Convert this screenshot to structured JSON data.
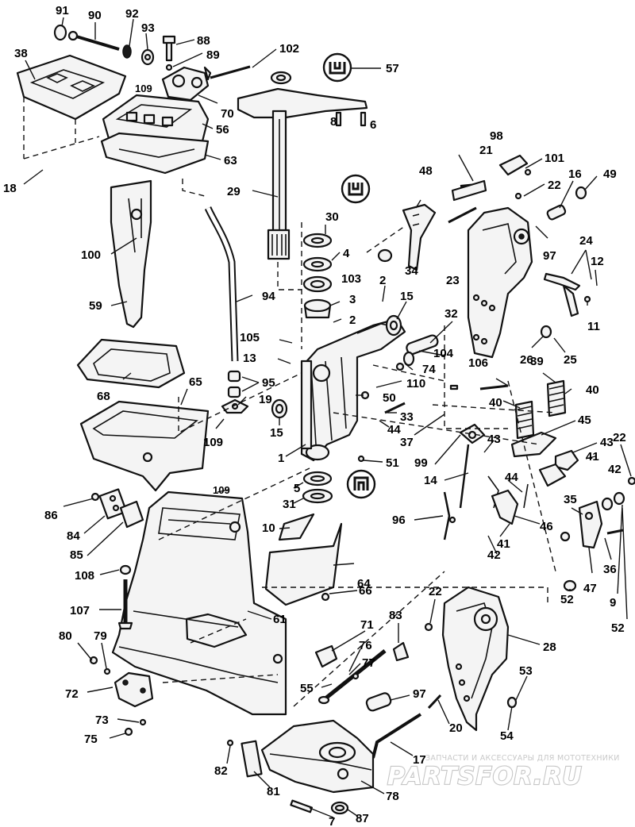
{
  "callouts": [
    {
      "id": "p91",
      "text": "91"
    },
    {
      "id": "p90",
      "text": "90"
    },
    {
      "id": "p92",
      "text": "92"
    },
    {
      "id": "p93",
      "text": "93"
    },
    {
      "id": "p88",
      "text": "88"
    },
    {
      "id": "p89",
      "text": "89"
    },
    {
      "id": "p102",
      "text": "102"
    },
    {
      "id": "p57",
      "text": "57"
    },
    {
      "id": "p38",
      "text": "38"
    },
    {
      "id": "p109a",
      "text": "109"
    },
    {
      "id": "p70",
      "text": "70"
    },
    {
      "id": "p8",
      "text": "8"
    },
    {
      "id": "p6",
      "text": "6"
    },
    {
      "id": "p56",
      "text": "56"
    },
    {
      "id": "p63",
      "text": "63"
    },
    {
      "id": "p18",
      "text": "18"
    },
    {
      "id": "p98",
      "text": "98"
    },
    {
      "id": "p21",
      "text": "21"
    },
    {
      "id": "p101",
      "text": "101"
    },
    {
      "id": "p48",
      "text": "48"
    },
    {
      "id": "p16",
      "text": "16"
    },
    {
      "id": "p49",
      "text": "49"
    },
    {
      "id": "p29",
      "text": "29"
    },
    {
      "id": "p22a",
      "text": "22"
    },
    {
      "id": "p30",
      "text": "30"
    },
    {
      "id": "p4",
      "text": "4"
    },
    {
      "id": "p100",
      "text": "100"
    },
    {
      "id": "p34",
      "text": "34"
    },
    {
      "id": "p23",
      "text": "23"
    },
    {
      "id": "p97a",
      "text": "97"
    },
    {
      "id": "p24",
      "text": "24"
    },
    {
      "id": "p12",
      "text": "12"
    },
    {
      "id": "p103",
      "text": "103"
    },
    {
      "id": "p2a",
      "text": "2"
    },
    {
      "id": "p94",
      "text": "94"
    },
    {
      "id": "p3",
      "text": "3"
    },
    {
      "id": "p15a",
      "text": "15"
    },
    {
      "id": "p59",
      "text": "59"
    },
    {
      "id": "p2b",
      "text": "2"
    },
    {
      "id": "p32",
      "text": "32"
    },
    {
      "id": "p11",
      "text": "11"
    },
    {
      "id": "p105",
      "text": "105"
    },
    {
      "id": "p13",
      "text": "13"
    },
    {
      "id": "p26",
      "text": "26"
    },
    {
      "id": "p25",
      "text": "25"
    },
    {
      "id": "p104",
      "text": "104"
    },
    {
      "id": "p74",
      "text": "74"
    },
    {
      "id": "p106",
      "text": "106"
    },
    {
      "id": "p39",
      "text": "39"
    },
    {
      "id": "p95",
      "text": "95"
    },
    {
      "id": "p110",
      "text": "110"
    },
    {
      "id": "p68",
      "text": "68"
    },
    {
      "id": "p65",
      "text": "65"
    },
    {
      "id": "p19",
      "text": "19"
    },
    {
      "id": "p50",
      "text": "50"
    },
    {
      "id": "p40a",
      "text": "40"
    },
    {
      "id": "p40b",
      "text": "40"
    },
    {
      "id": "p33",
      "text": "33"
    },
    {
      "id": "p45",
      "text": "45"
    },
    {
      "id": "p15b",
      "text": "15"
    },
    {
      "id": "p44a",
      "text": "44"
    },
    {
      "id": "p109b",
      "text": "109"
    },
    {
      "id": "p37",
      "text": "37"
    },
    {
      "id": "p43a",
      "text": "43"
    },
    {
      "id": "p43b",
      "text": "43"
    },
    {
      "id": "p22b",
      "text": "22"
    },
    {
      "id": "p1",
      "text": "1"
    },
    {
      "id": "p51",
      "text": "51"
    },
    {
      "id": "p99",
      "text": "99"
    },
    {
      "id": "p41a",
      "text": "41"
    },
    {
      "id": "p42a",
      "text": "42"
    },
    {
      "id": "p14",
      "text": "14"
    },
    {
      "id": "p44b",
      "text": "44"
    },
    {
      "id": "p5",
      "text": "5"
    },
    {
      "id": "p109c",
      "text": "109"
    },
    {
      "id": "p31",
      "text": "31"
    },
    {
      "id": "p86",
      "text": "86"
    },
    {
      "id": "p35",
      "text": "35"
    },
    {
      "id": "p96",
      "text": "96"
    },
    {
      "id": "p46",
      "text": "46"
    },
    {
      "id": "p10",
      "text": "10"
    },
    {
      "id": "p84",
      "text": "84"
    },
    {
      "id": "p41b",
      "text": "41"
    },
    {
      "id": "p85",
      "text": "85"
    },
    {
      "id": "p42b",
      "text": "42"
    },
    {
      "id": "p36",
      "text": "36"
    },
    {
      "id": "p64",
      "text": "64"
    },
    {
      "id": "p47",
      "text": "47"
    },
    {
      "id": "p108",
      "text": "108"
    },
    {
      "id": "p66",
      "text": "66"
    },
    {
      "id": "p52a",
      "text": "52"
    },
    {
      "id": "p9",
      "text": "9"
    },
    {
      "id": "p107",
      "text": "107"
    },
    {
      "id": "p22c",
      "text": "22"
    },
    {
      "id": "p52b",
      "text": "52"
    },
    {
      "id": "p61",
      "text": "61"
    },
    {
      "id": "p71",
      "text": "71"
    },
    {
      "id": "p83",
      "text": "83"
    },
    {
      "id": "p80",
      "text": "80"
    },
    {
      "id": "p79",
      "text": "79"
    },
    {
      "id": "p76",
      "text": "76"
    },
    {
      "id": "p28",
      "text": "28"
    },
    {
      "id": "p77",
      "text": "77"
    },
    {
      "id": "p72",
      "text": "72"
    },
    {
      "id": "p53",
      "text": "53"
    },
    {
      "id": "p55",
      "text": "55"
    },
    {
      "id": "p97b",
      "text": "97"
    },
    {
      "id": "p73",
      "text": "73"
    },
    {
      "id": "p20",
      "text": "20"
    },
    {
      "id": "p54",
      "text": "54"
    },
    {
      "id": "p75",
      "text": "75"
    },
    {
      "id": "p17",
      "text": "17"
    },
    {
      "id": "p82",
      "text": "82"
    },
    {
      "id": "p81",
      "text": "81"
    },
    {
      "id": "p78",
      "text": "78"
    },
    {
      "id": "p7",
      "text": "7"
    },
    {
      "id": "p87",
      "text": "87"
    }
  ],
  "watermark": {
    "subtitle": "ЗАПЧАСТИ И АКСЕССУАРЫ ДЛЯ МОТОТЕХНИКИ",
    "logo": "PARTSFOR.RU",
    "color": "#c6c6c6"
  },
  "colors": {
    "line": "#111111",
    "background": "#ffffff"
  }
}
